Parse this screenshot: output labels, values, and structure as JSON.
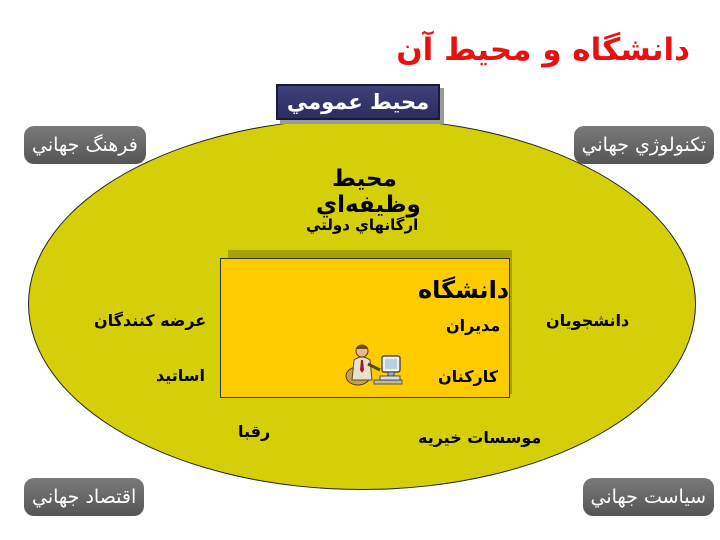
{
  "title": "دانشگاه و محيط آن",
  "general_environment": "محيط عمومي",
  "corners": {
    "top_left": "فرهنگ جهاني",
    "top_right": "تكنولوژي جهاني",
    "bottom_left": "اقتصاد جهاني",
    "bottom_right": "سياست جهاني"
  },
  "task_environment": {
    "line1": "محيط",
    "line2": "وظيفه‌اي"
  },
  "stakeholders": {
    "government": "ارگانهاي دولتي",
    "suppliers": "عرضه كنندگان",
    "faculty": "اساتيد",
    "students": "دانشجويان",
    "competitors": "رقبا",
    "charities": "موسسات خيريه"
  },
  "university": {
    "title": "دانشگاه",
    "managers": "مديران",
    "staff": "كاركنان"
  },
  "colors": {
    "title": "#e81010",
    "ellipse": "#d4cf08",
    "university_box": "#ffcc00",
    "general_box": "#2c2c5e",
    "corner_box": "#666666"
  }
}
